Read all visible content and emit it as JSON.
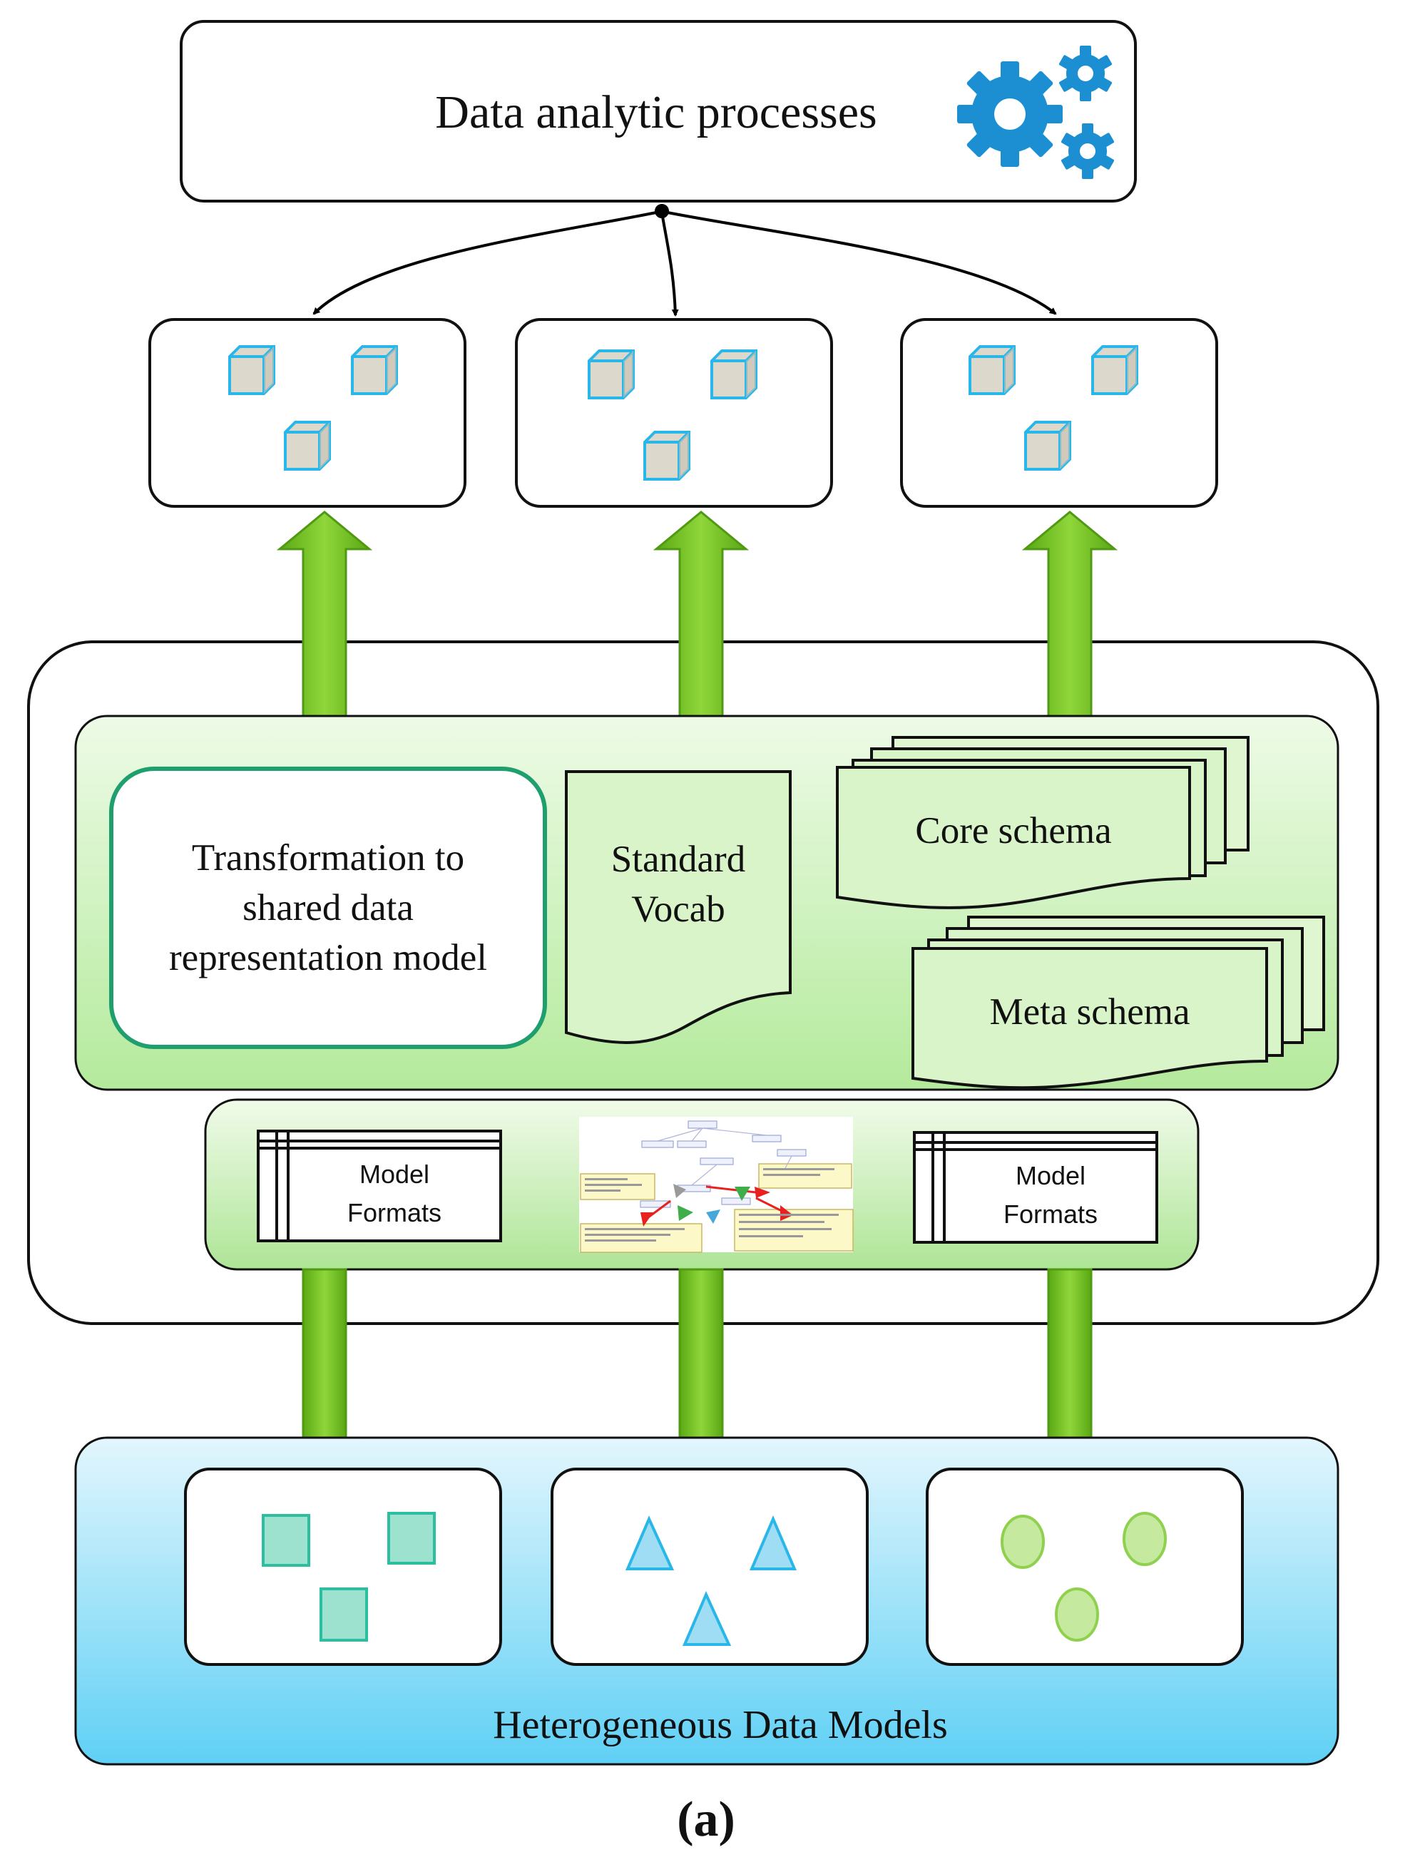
{
  "top_box": {
    "title": "Data analytic processes",
    "icon": "gears-icon"
  },
  "middle": {
    "transformation": "Transformation to shared data representation model",
    "transformation_lines": [
      "Transformation to",
      "shared data",
      "representation model"
    ],
    "vocab_lines": [
      "Standard",
      "Vocab"
    ],
    "core_schema": "Core schema",
    "meta_schema": "Meta schema",
    "model_formats_left": [
      "Model",
      "Formats"
    ],
    "model_formats_right": [
      "Model",
      "Formats"
    ]
  },
  "bottom": {
    "title": "Heterogeneous Data Models"
  },
  "caption": "(a)",
  "colors": {
    "gear": "#1b8fd2",
    "cube_edge": "#29b6e8",
    "cube_face": "#ddd8cc",
    "arrow_green": "#6dbd1e",
    "panel_green": "#c6efb4",
    "panel_blue": "#b9e6f7",
    "square": "#2bbf9f",
    "triangle": "#28b7e6",
    "circle": "#8fd14f"
  }
}
